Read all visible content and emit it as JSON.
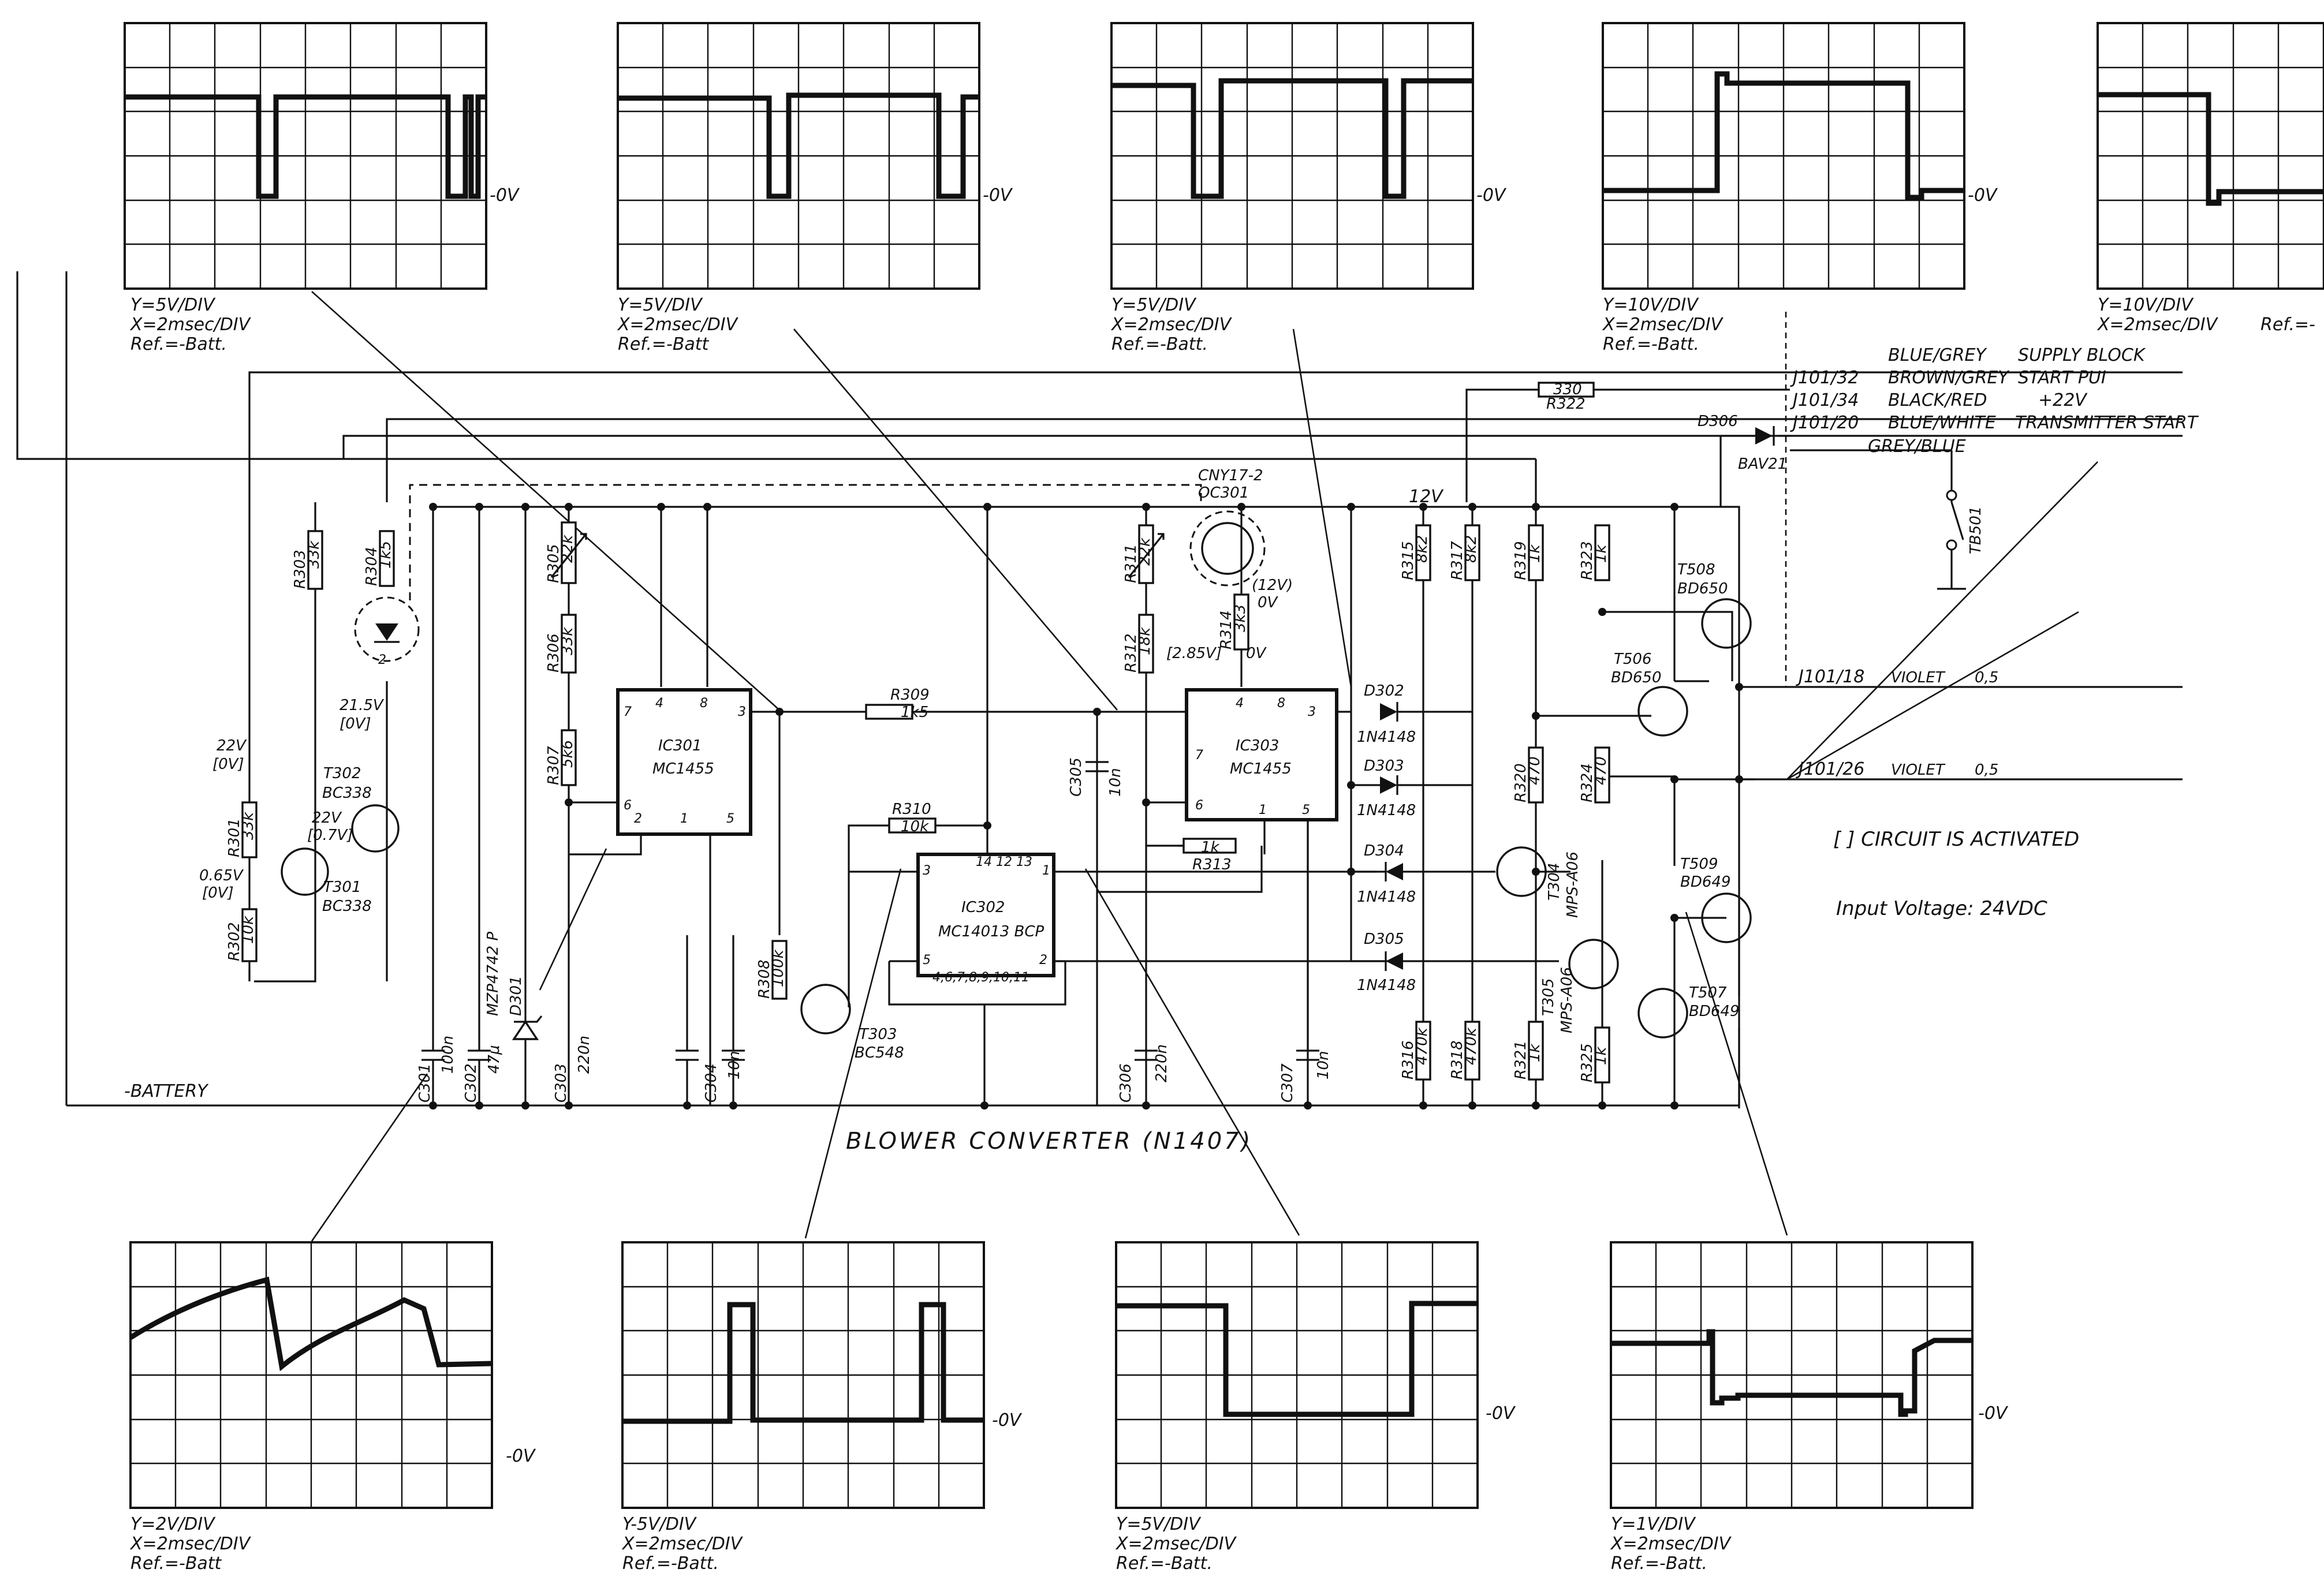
{
  "diagram": {
    "title": "BLOWER CONVERTER (N1407)",
    "notes": {
      "activated": "[ ] CIRCUIT IS ACTIVATED",
      "input_voltage": "Input Voltage: 24VDC"
    },
    "battery_label": "-BATTERY",
    "rail_label": "12V"
  },
  "scopes": [
    {
      "id": "s1",
      "y": "Y=5V/DIV",
      "x": "X=2msec/DIV",
      "ref": "Ref.=-Batt.",
      "zero": "-0V"
    },
    {
      "id": "s2",
      "y": "Y=5V/DIV",
      "x": "X=2msec/DIV",
      "ref": "Ref.=-Batt",
      "zero": "-0V"
    },
    {
      "id": "s3",
      "y": "Y=5V/DIV",
      "x": "X=2msec/DIV",
      "ref": "Ref.=-Batt.",
      "zero": "-0V"
    },
    {
      "id": "s4",
      "y": "Y=10V/DIV",
      "x": "X=2msec/DIV",
      "ref": "Ref.=-Batt.",
      "zero": "-0V"
    },
    {
      "id": "s5",
      "y": "Y=10V/DIV",
      "x": "X=2msec/DIV",
      "ref": "Ref.=-",
      "zero": ""
    },
    {
      "id": "s6",
      "y": "Y=2V/DIV",
      "x": "X=2msec/DIV",
      "ref": "Ref.=-Batt",
      "zero": "-0V"
    },
    {
      "id": "s7",
      "y": "Y-5V/DIV",
      "x": "X=2msec/DIV",
      "ref": "Ref.=-Batt.",
      "zero": "-0V"
    },
    {
      "id": "s8",
      "y": "Y=5V/DIV",
      "x": "X=2msec/DIV",
      "ref": "Ref.=-Batt.",
      "zero": "-0V"
    },
    {
      "id": "s9",
      "y": "Y=1V/DIV",
      "x": "X=2msec/DIV",
      "ref": "Ref.=-Batt.",
      "zero": "-0V"
    }
  ],
  "connectors": [
    {
      "pin": "",
      "color": "BLUE/GREY",
      "func": "SUPPLY BLOCK"
    },
    {
      "pin": "J101/32",
      "color": "BROWN/GREY",
      "func": "START PUI"
    },
    {
      "pin": "J101/34",
      "color": "BLACK/RED",
      "func": "+22V"
    },
    {
      "pin": "J101/20",
      "color": "BLUE/WHITE",
      "func": "TRANSMITTER START"
    },
    {
      "pin": "",
      "color": "GREY/BLUE",
      "func": ""
    }
  ],
  "outputs": [
    {
      "pin": "J101/18",
      "color": "VIOLET",
      "size": "0,5"
    },
    {
      "pin": "J101/26",
      "color": "VIOLET",
      "size": "0,5"
    }
  ],
  "ics": [
    {
      "ref": "IC301",
      "type": "MC1455",
      "pins": [
        "7",
        "4",
        "8",
        "3",
        "6",
        "2",
        "1",
        "5"
      ]
    },
    {
      "ref": "IC302",
      "type": "MC14013 BCP",
      "pins": [
        "3",
        "14 12 13",
        "1",
        "5",
        "4,6,7,8,9,10,11",
        "2"
      ]
    },
    {
      "ref": "IC303",
      "type": "MC1455",
      "pins": [
        "4",
        "8",
        "3",
        "7",
        "6",
        "1",
        "5"
      ]
    }
  ],
  "resistors": [
    {
      "ref": "R301",
      "val": "33k"
    },
    {
      "ref": "R302",
      "val": "10k"
    },
    {
      "ref": "R303",
      "val": "33k"
    },
    {
      "ref": "R304",
      "val": "1k5"
    },
    {
      "ref": "R305",
      "val": "22k"
    },
    {
      "ref": "R306",
      "val": "33k"
    },
    {
      "ref": "R307",
      "val": "5k6"
    },
    {
      "ref": "R308",
      "val": "100k"
    },
    {
      "ref": "R309",
      "val": "1k5"
    },
    {
      "ref": "R310",
      "val": "10k"
    },
    {
      "ref": "R311",
      "val": "22k"
    },
    {
      "ref": "R312",
      "val": "18k"
    },
    {
      "ref": "R313",
      "val": "1k"
    },
    {
      "ref": "R314",
      "val": "3k3"
    },
    {
      "ref": "R315",
      "val": "8k2"
    },
    {
      "ref": "R316",
      "val": "470k"
    },
    {
      "ref": "R317",
      "val": "8k2"
    },
    {
      "ref": "R318",
      "val": "470k"
    },
    {
      "ref": "R319",
      "val": "1k"
    },
    {
      "ref": "R320",
      "val": "470"
    },
    {
      "ref": "R321",
      "val": "1k"
    },
    {
      "ref": "R322",
      "val": "330"
    },
    {
      "ref": "R323",
      "val": "1k"
    },
    {
      "ref": "R324",
      "val": "470"
    },
    {
      "ref": "R325",
      "val": "1k"
    }
  ],
  "capacitors": [
    {
      "ref": "C301",
      "val": "100n"
    },
    {
      "ref": "C302",
      "val": "47μ"
    },
    {
      "ref": "C303",
      "val": "220n"
    },
    {
      "ref": "C304",
      "val": "10n"
    },
    {
      "ref": "C305",
      "val": "10n"
    },
    {
      "ref": "C306",
      "val": "220n"
    },
    {
      "ref": "C307",
      "val": "10n"
    }
  ],
  "diodes": [
    {
      "ref": "D301",
      "val": "MZP4742 P"
    },
    {
      "ref": "D302",
      "val": "1N4148"
    },
    {
      "ref": "D303",
      "val": "1N4148"
    },
    {
      "ref": "D304",
      "val": "1N4148"
    },
    {
      "ref": "D305",
      "val": "1N4148"
    },
    {
      "ref": "D306",
      "val": "BAV21"
    }
  ],
  "transistors": [
    {
      "ref": "T301",
      "val": "BC338"
    },
    {
      "ref": "T302",
      "val": "BC338"
    },
    {
      "ref": "T303",
      "val": "BC548"
    },
    {
      "ref": "T304",
      "val": "MPS-A06"
    },
    {
      "ref": "T305",
      "val": "MPS-A06"
    },
    {
      "ref": "T506",
      "val": "BD650"
    },
    {
      "ref": "T507",
      "val": "BD649"
    },
    {
      "ref": "T508",
      "val": "BD650"
    },
    {
      "ref": "T509",
      "val": "BD649"
    }
  ],
  "others": {
    "optocoupler": "CNY17-2",
    "optocoupler_ref": "OC301",
    "switch": "TB501"
  },
  "voltages": {
    "v1": "22V",
    "v1b": "[0V]",
    "v2": "22V",
    "v2b": "[0.7V]",
    "v3": "0.65V",
    "v3b": "[0V]",
    "v4": "21.5V",
    "v4b": "[0V]",
    "v5": "[2.85V]",
    "v6": "0V",
    "v7": "(12V)",
    "v8": "0V"
  }
}
